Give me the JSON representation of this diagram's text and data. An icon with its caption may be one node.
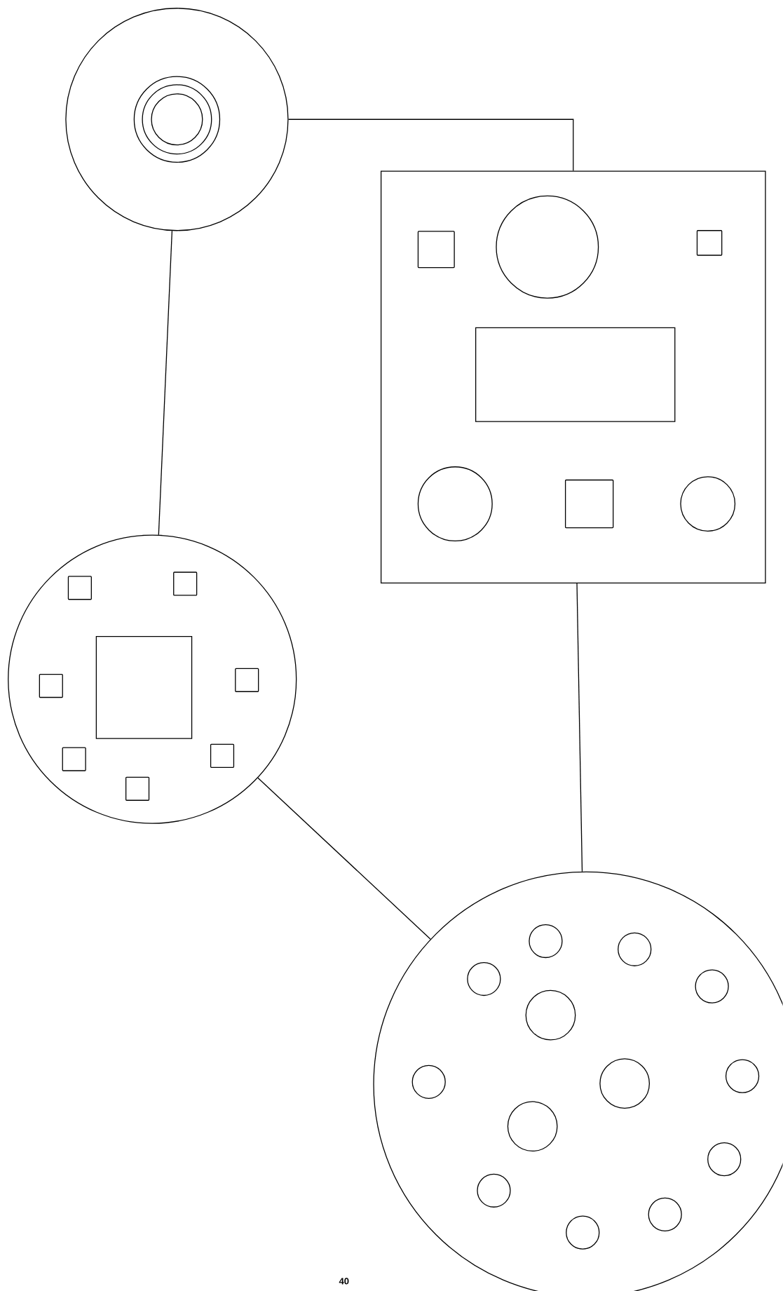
{
  "diagram": {
    "nodes": [
      {
        "text": [],
        "shape": "circle"
      },
      {
        "text": [],
        "shape": "box"
      },
      {
        "text": [],
        "shape": "circle"
      },
      {
        "text": [],
        "shape": "circle"
      }
    ],
    "edges": [
      {
        "from": 0,
        "to": 1,
        "arrow": "none"
      },
      {
        "from": 0,
        "to": 2,
        "arrow": "none"
      },
      {
        "from": 2,
        "to": 3,
        "arrow": "none"
      },
      {
        "from": 1,
        "to": 3,
        "arrow": "none"
      }
    ],
    "labels": [
      "40"
    ]
  }
}
